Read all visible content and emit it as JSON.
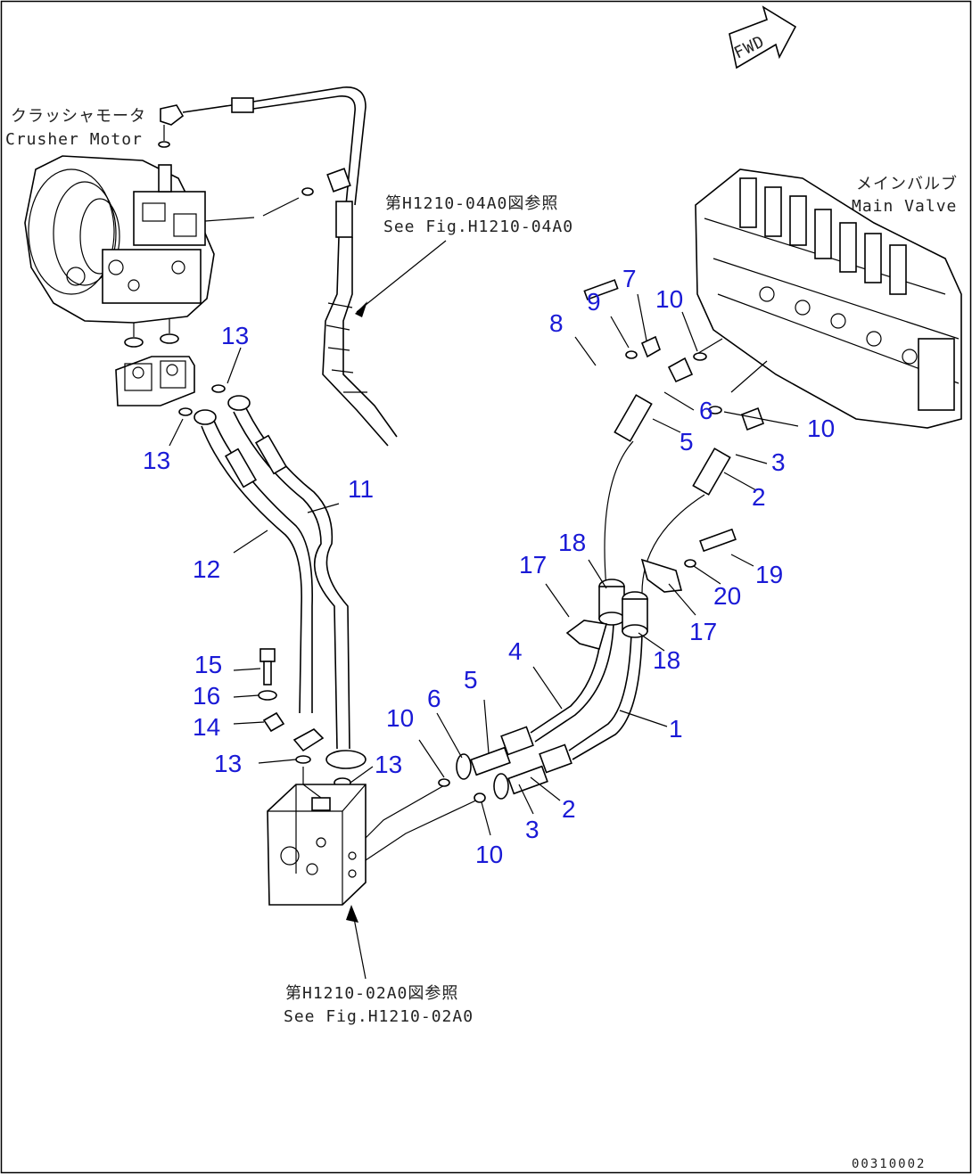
{
  "diagram": {
    "fwd_label": "FWD",
    "crusher_motor": {
      "label_jp": "クラッシャモータ",
      "label_en": "Crusher Motor"
    },
    "main_valve": {
      "label_jp": "メインバルブ",
      "label_en": "Main Valve"
    },
    "ref_top": {
      "line_jp": "第H1210-04A0図参照",
      "line_en": "See Fig.H1210-04A0"
    },
    "ref_bottom": {
      "line_jp": "第H1210-02A0図参照",
      "line_en": "See Fig.H1210-02A0"
    },
    "figure_code": "00310002",
    "callouts": [
      {
        "id": "c1",
        "text": "1"
      },
      {
        "id": "c2a",
        "text": "2"
      },
      {
        "id": "c2b",
        "text": "2"
      },
      {
        "id": "c3a",
        "text": "3"
      },
      {
        "id": "c3b",
        "text": "3"
      },
      {
        "id": "c4",
        "text": "4"
      },
      {
        "id": "c5a",
        "text": "5"
      },
      {
        "id": "c5b",
        "text": "5"
      },
      {
        "id": "c6a",
        "text": "6"
      },
      {
        "id": "c6b",
        "text": "6"
      },
      {
        "id": "c7",
        "text": "7"
      },
      {
        "id": "c8",
        "text": "8"
      },
      {
        "id": "c9",
        "text": "9"
      },
      {
        "id": "c10a",
        "text": "10"
      },
      {
        "id": "c10b",
        "text": "10"
      },
      {
        "id": "c10c",
        "text": "10"
      },
      {
        "id": "c10d",
        "text": "10"
      },
      {
        "id": "c11",
        "text": "11"
      },
      {
        "id": "c12",
        "text": "12"
      },
      {
        "id": "c13a",
        "text": "13"
      },
      {
        "id": "c13b",
        "text": "13"
      },
      {
        "id": "c13c",
        "text": "13"
      },
      {
        "id": "c13d",
        "text": "13"
      },
      {
        "id": "c14",
        "text": "14"
      },
      {
        "id": "c15",
        "text": "15"
      },
      {
        "id": "c16",
        "text": "16"
      },
      {
        "id": "c17a",
        "text": "17"
      },
      {
        "id": "c17b",
        "text": "17"
      },
      {
        "id": "c18a",
        "text": "18"
      },
      {
        "id": "c18b",
        "text": "18"
      },
      {
        "id": "c19",
        "text": "19"
      },
      {
        "id": "c20",
        "text": "20"
      }
    ]
  }
}
